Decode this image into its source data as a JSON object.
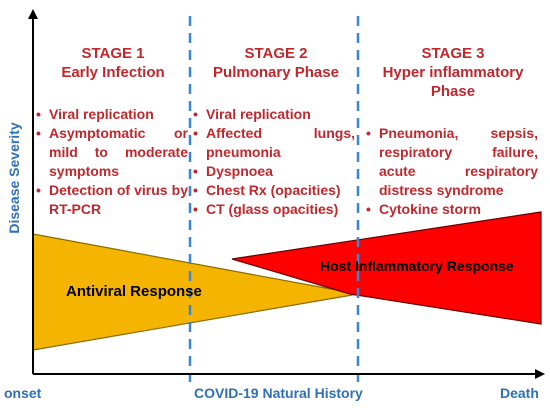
{
  "stages": [
    {
      "title": "STAGE 1",
      "subtitle": "Early Infection",
      "bullets": [
        "Viral replication",
        "Asymptomatic or mild to moderate symptoms",
        "Detection of virus by RT-PCR"
      ]
    },
    {
      "title": "STAGE 2",
      "subtitle": "Pulmonary Phase",
      "bullets": [
        "Viral replication",
        "Affected lungs, pneumonia",
        "Dyspnoea",
        "Chest Rx (opacities)",
        "CT (glass opacities)"
      ]
    },
    {
      "title": "STAGE 3",
      "subtitle": "Hyper inflammatory Phase",
      "bullets": [
        "Pneumonia, sepsis, respiratory failure, acute respiratory distress syndrome",
        "Cytokine storm"
      ]
    }
  ],
  "axes": {
    "y_label": "Disease Severity",
    "x_start": "onset",
    "x_label": "COVID-19 Natural History",
    "x_end": "Death"
  },
  "responses": {
    "antiviral": "Antiviral Response",
    "host": "Host Inflammatory Response"
  },
  "colors": {
    "stage_text": "#c0282d",
    "axis_text": "#2e6fb6",
    "antiviral_fill": "#f5b400",
    "host_fill": "#ff0000",
    "divider": "#3a86d6"
  }
}
